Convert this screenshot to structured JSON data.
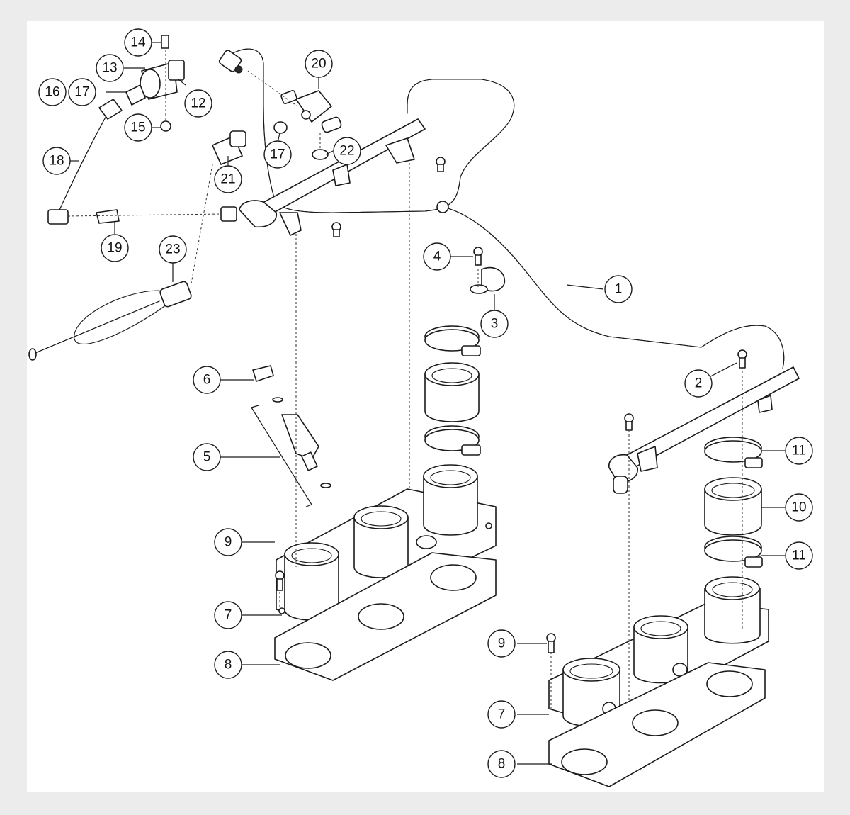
{
  "callouts": [
    {
      "id": "c1",
      "number": "1"
    },
    {
      "id": "c2",
      "number": "2"
    },
    {
      "id": "c3",
      "number": "3"
    },
    {
      "id": "c4",
      "number": "4"
    },
    {
      "id": "c5",
      "number": "5"
    },
    {
      "id": "c6",
      "number": "6"
    },
    {
      "id": "c7a",
      "number": "7"
    },
    {
      "id": "c7b",
      "number": "7"
    },
    {
      "id": "c8a",
      "number": "8"
    },
    {
      "id": "c8b",
      "number": "8"
    },
    {
      "id": "c9a",
      "number": "9"
    },
    {
      "id": "c9b",
      "number": "9"
    },
    {
      "id": "c10",
      "number": "10"
    },
    {
      "id": "c11a",
      "number": "11"
    },
    {
      "id": "c11b",
      "number": "11"
    },
    {
      "id": "c12",
      "number": "12"
    },
    {
      "id": "c13",
      "number": "13"
    },
    {
      "id": "c14",
      "number": "14"
    },
    {
      "id": "c15",
      "number": "15"
    },
    {
      "id": "c16",
      "number": "16"
    },
    {
      "id": "c17a",
      "number": "17"
    },
    {
      "id": "c17b",
      "number": "17"
    },
    {
      "id": "c18",
      "number": "18"
    },
    {
      "id": "c19",
      "number": "19"
    },
    {
      "id": "c20",
      "number": "20"
    },
    {
      "id": "c21",
      "number": "21"
    },
    {
      "id": "c22",
      "number": "22"
    },
    {
      "id": "c23",
      "number": "23"
    }
  ]
}
